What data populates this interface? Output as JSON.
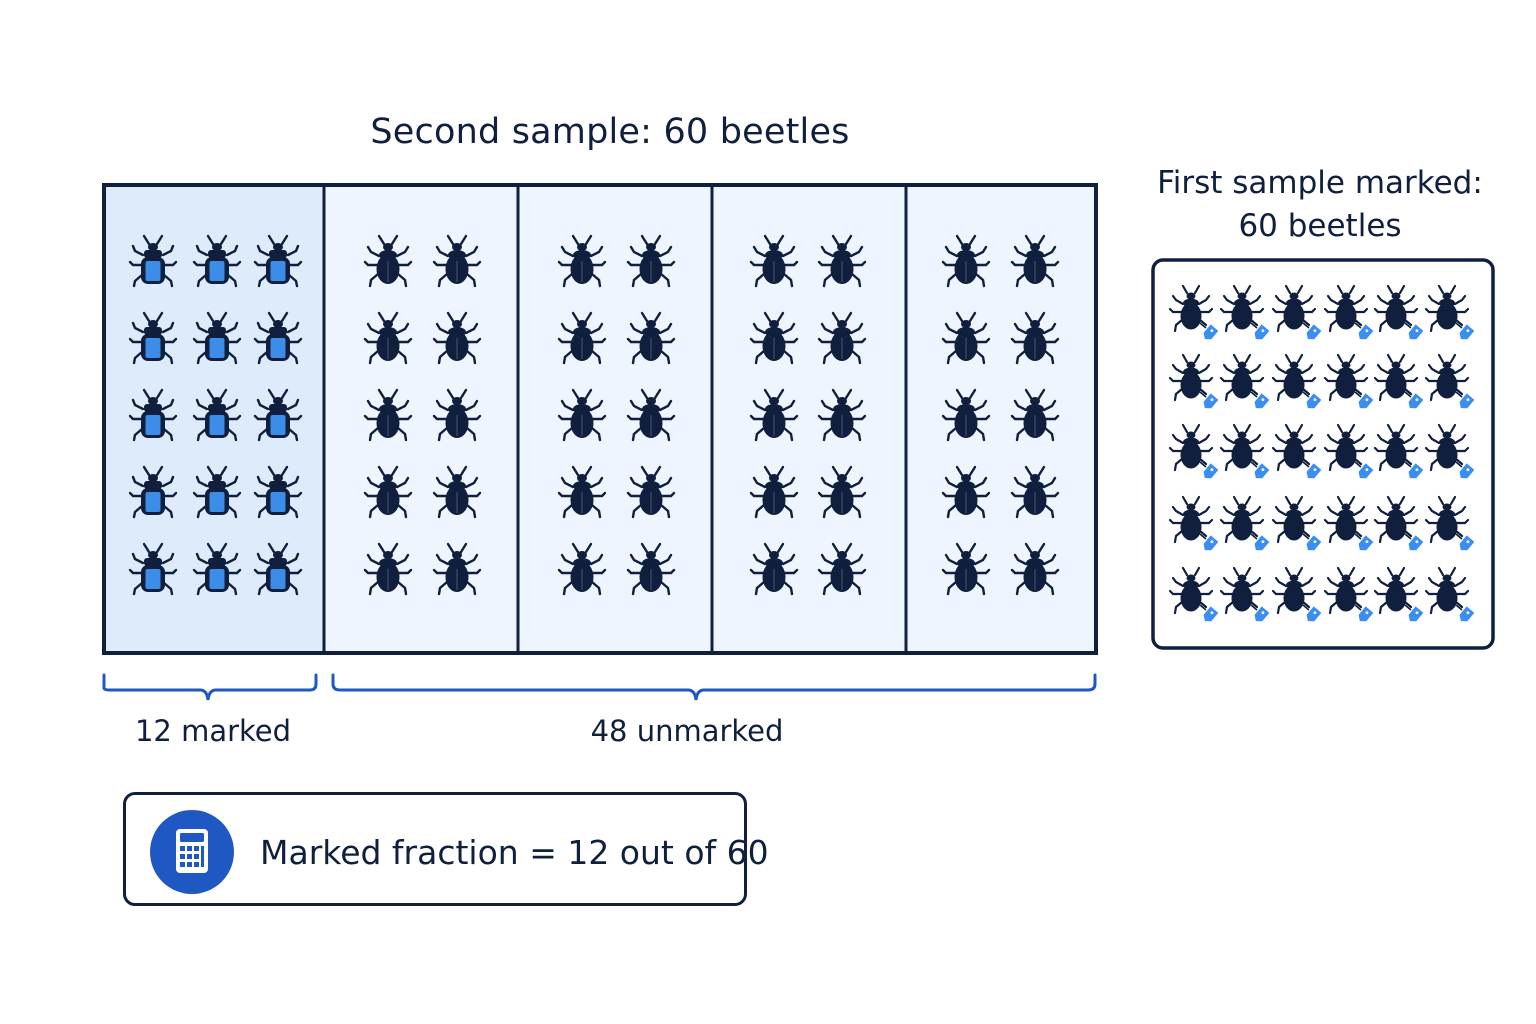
{
  "second_sample": {
    "title": "Second sample: 60 beetles",
    "marked_label": "12 marked",
    "unmarked_label": "48 unmarked",
    "marked_count": 12,
    "unmarked_count": 48,
    "groups": 5
  },
  "first_sample": {
    "title_line1": "First sample marked:",
    "title_line2": "60 beetles",
    "tagged_count": 30
  },
  "fraction": {
    "text": "Marked fraction = 12 out of 60",
    "icon": "calculator-icon"
  },
  "colors": {
    "dark": "#0f1f3d",
    "accent": "#1f57c3",
    "marked_bg": "#deebfb",
    "unmarked_bg": "#eef5fe",
    "marked_body": "#3c8de8",
    "tag": "#3a8ef0"
  }
}
